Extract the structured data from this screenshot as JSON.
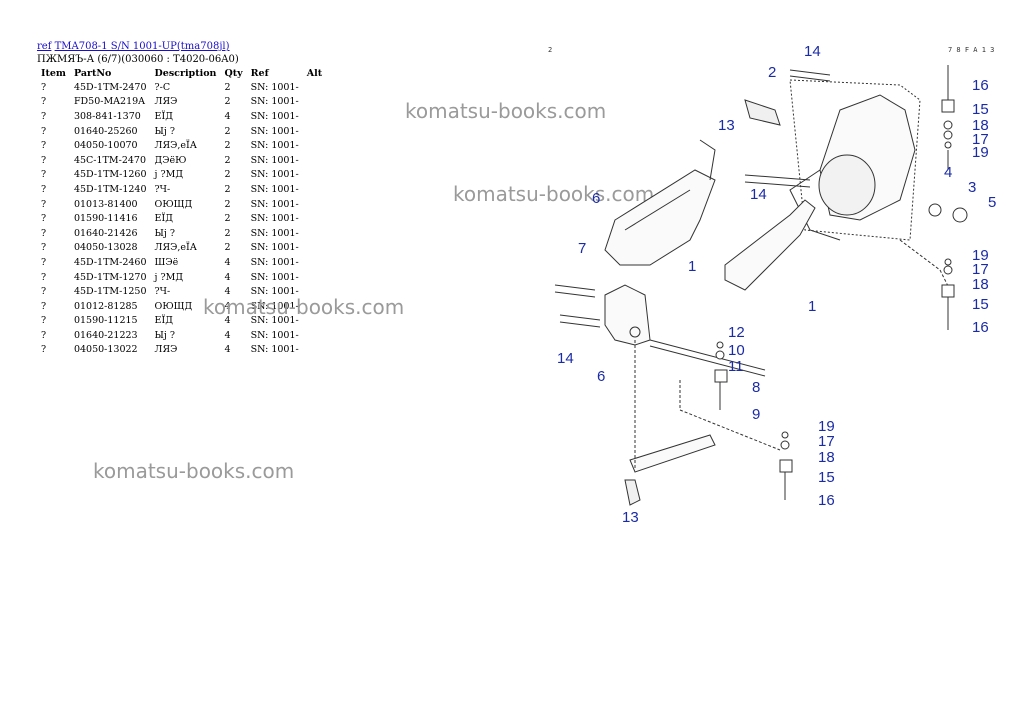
{
  "header": {
    "ref_link": "ref",
    "model_link": "TMA708-1 S/N 1001-UP(tma708jl)",
    "subtitle": "ПЖМЯЪ-А (6/7)(030060 : T4020-06A0)"
  },
  "table": {
    "columns": [
      "Item",
      "PartNo",
      "Description",
      "Qty",
      "Ref",
      "Alt"
    ],
    "rows": [
      [
        "?",
        "45D-1TM-2470",
        "?-С",
        "2",
        "SN: 1001-",
        ""
      ],
      [
        "?",
        "FD50-MA219A",
        "ЛЯЭ",
        "2",
        "SN: 1001-",
        ""
      ],
      [
        "?",
        "308-841-1370",
        "ЕЇД",
        "4",
        "SN: 1001-",
        ""
      ],
      [
        "?",
        "01640-25260",
        "Ыј ?",
        "2",
        "SN: 1001-",
        ""
      ],
      [
        "?",
        "04050-10070",
        "ЛЯЭ,еЇА",
        "2",
        "SN: 1001-",
        ""
      ],
      [
        "?",
        "45C-1TM-2470",
        "ДЭёЮ",
        "2",
        "SN: 1001-",
        ""
      ],
      [
        "?",
        "45D-1TM-1260",
        "ј ?МД",
        "2",
        "SN: 1001-",
        ""
      ],
      [
        "?",
        "45D-1TM-1240",
        "?Ч-",
        "2",
        "SN: 1001-",
        ""
      ],
      [
        "?",
        "01013-81400",
        "ОЮЩД",
        "2",
        "SN: 1001-",
        ""
      ],
      [
        "?",
        "01590-11416",
        "ЕЇД",
        "2",
        "SN: 1001-",
        ""
      ],
      [
        "?",
        "01640-21426",
        "Ыј ?",
        "2",
        "SN: 1001-",
        ""
      ],
      [
        "?",
        "04050-13028",
        "ЛЯЭ,еЇА",
        "2",
        "SN: 1001-",
        ""
      ],
      [
        "?",
        "45D-1TM-2460",
        "ШЭё",
        "4",
        "SN: 1001-",
        ""
      ],
      [
        "?",
        "45D-1TM-1270",
        "ј ?МД",
        "4",
        "SN: 1001-",
        ""
      ],
      [
        "?",
        "45D-1TM-1250",
        "?Ч-",
        "4",
        "SN: 1001-",
        ""
      ],
      [
        "?",
        "01012-81285",
        "ОЮЩД",
        "4",
        "SN: 1001-",
        ""
      ],
      [
        "?",
        "01590-11215",
        "ЕЇД",
        "4",
        "SN: 1001-",
        ""
      ],
      [
        "?",
        "01640-21223",
        "Ыј ?",
        "4",
        "SN: 1001-",
        ""
      ],
      [
        "?",
        "04050-13022",
        "ЛЯЭ",
        "4",
        "SN: 1001-",
        ""
      ]
    ]
  },
  "watermarks": [
    "komatsu-books.com",
    "komatsu-books.com",
    "komatsu-books.com",
    "komatsu-books.com"
  ],
  "diagram": {
    "corner_marks": [
      "2",
      "7 8 F A 1 3"
    ],
    "callouts": [
      "14",
      "2",
      "16",
      "15",
      "18",
      "17",
      "19",
      "13",
      "6",
      "1",
      "14",
      "4",
      "3",
      "5",
      "19",
      "17",
      "18",
      "15",
      "16",
      "7",
      "1",
      "14",
      "6",
      "12",
      "10",
      "11",
      "8",
      "9",
      "19",
      "17",
      "18",
      "15",
      "16",
      "13"
    ],
    "line_color": "#333333",
    "callout_color": "#1a2ba8"
  }
}
